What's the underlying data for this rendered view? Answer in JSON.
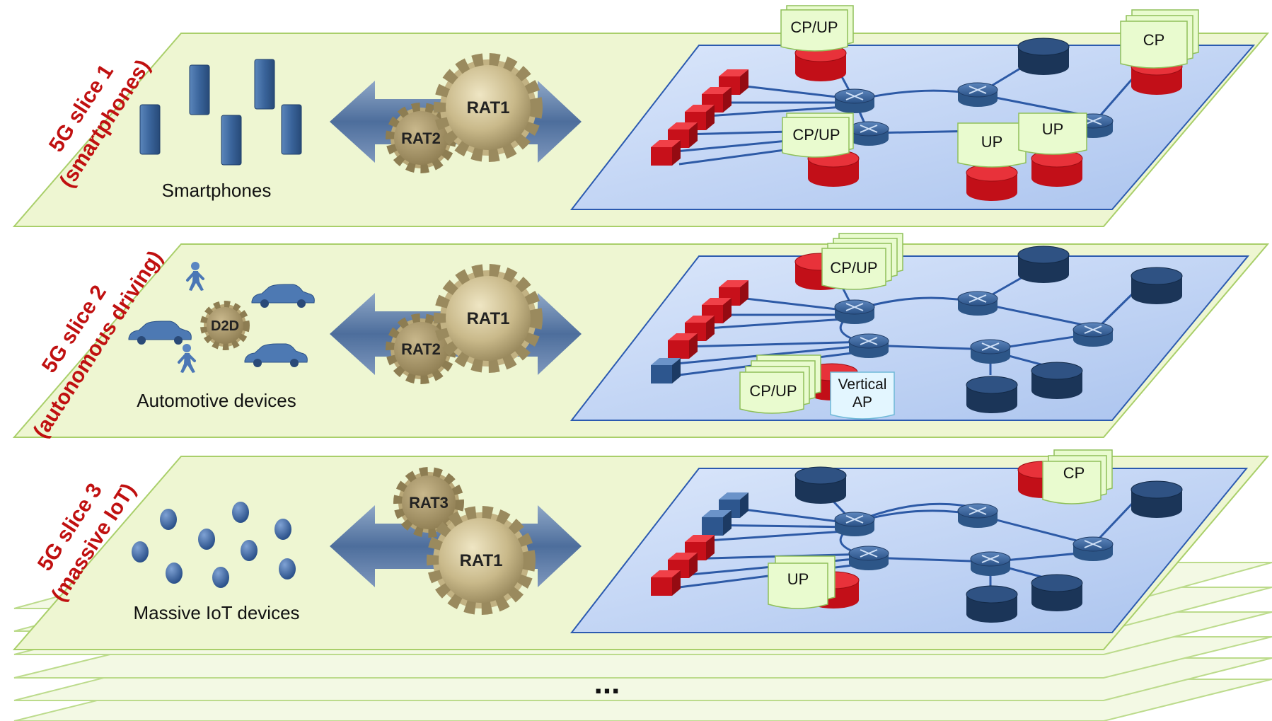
{
  "slices": [
    {
      "label_line1": "5G slice 1",
      "label_line2": "(smartphones)",
      "device_caption": "Smartphones",
      "rats": [
        "RAT1",
        "RAT2"
      ],
      "notes": [
        "CP/UP",
        "CP",
        "CP/UP",
        "UP",
        "UP"
      ]
    },
    {
      "label_line1": "5G slice 2",
      "label_line2": "(autonomous driving)",
      "device_caption": "Automotive devices",
      "d2d_label": "D2D",
      "rats": [
        "RAT1",
        "RAT2"
      ],
      "notes": [
        "CP/UP",
        "CP/UP"
      ],
      "vertical_ap_line1": "Vertical",
      "vertical_ap_line2": "AP"
    },
    {
      "label_line1": "5G slice 3",
      "label_line2": "(massive IoT)",
      "device_caption": "Massive IoT devices",
      "rats": [
        "RAT1",
        "RAT3"
      ],
      "notes": [
        "CP",
        "UP"
      ]
    }
  ],
  "ellipsis": "...",
  "colors": {
    "plane_fill": "#eef6d2",
    "plane_stroke": "#a9cf6a",
    "network_fill": "#c9d9f4",
    "network_stroke": "#2b5ab0",
    "red_element": "#d8101b",
    "blue_element": "#2f5a8c",
    "dark_db": "#1f3a5f",
    "note_fill": "#e9fbcf",
    "note_stroke": "#8fc05a",
    "vertical_ap_fill": "#e3f6ff",
    "slice_label": "#c01010",
    "gear_fill": "#b5a679",
    "arrow_fill": "#5d7fab"
  }
}
